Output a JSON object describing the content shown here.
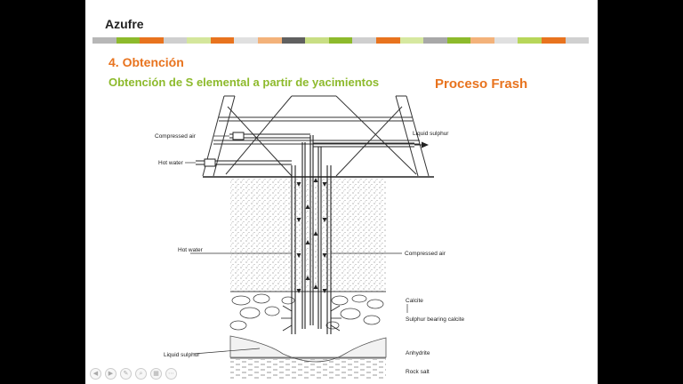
{
  "slide": {
    "title": "Azufre",
    "heading": "4. Obtención",
    "subheading": "Obtención de S elemental a partir de yacimientos",
    "process_label": "Proceso Frash"
  },
  "colors": {
    "stripe": [
      "#b7b7b7",
      "#8dba2c",
      "#e8731e",
      "#cfcfcf",
      "#d4e69c",
      "#e8731e",
      "#e0e0e0",
      "#f3b27a",
      "#606060",
      "#c8de84",
      "#8dba2c",
      "#cfcfcf",
      "#e8731e",
      "#d6e8a0",
      "#a8a8a8",
      "#8dba2c",
      "#f3b27a",
      "#e0e0e0",
      "#b7d65a",
      "#e8731e",
      "#d0d0d0"
    ],
    "heading": "#e8731e",
    "subheading": "#8dba2c",
    "process": "#e8731e"
  },
  "diagram": {
    "labels": {
      "compressed_air_top": "Compressed air",
      "hot_water_top": "Hot water",
      "liquid_sulphur_top": "Liquid sulphur",
      "hot_water_side": "Hot water",
      "compressed_air_side": "Compressed air",
      "calcite": "Calcite",
      "sulphur_bearing_calcite": "Sulphur bearing calcite",
      "liquid_sulphur_bottom": "Liquid sulphur",
      "anhydrite": "Anhydrite",
      "rock_salt": "Rock salt"
    }
  },
  "toolbar": {
    "icons": [
      "back-icon",
      "forward-icon",
      "pen-icon",
      "zoom-icon",
      "slides-icon",
      "more-icon"
    ],
    "glyphs": [
      "◀",
      "▶",
      "✎",
      "⌕",
      "▦",
      "⋯"
    ]
  }
}
